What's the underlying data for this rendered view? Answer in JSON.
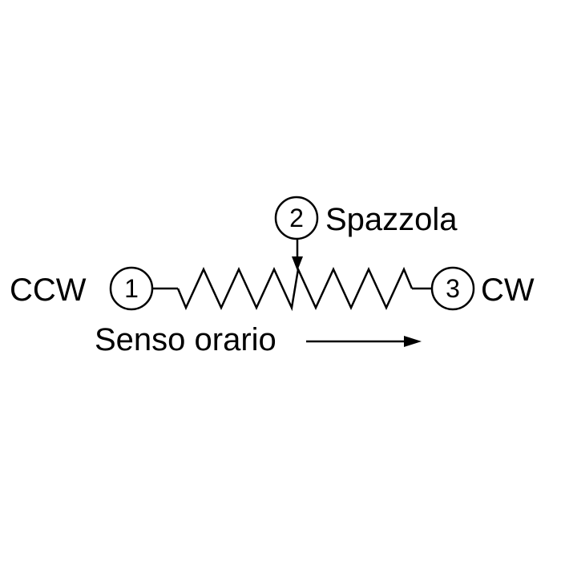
{
  "diagram": {
    "terminal_1": {
      "number": "1",
      "label": "CCW"
    },
    "terminal_2": {
      "number": "2",
      "label": "Spazzola"
    },
    "terminal_3": {
      "number": "3",
      "label": "CW"
    },
    "direction_label": "Senso orario",
    "colors": {
      "ink": "#000000",
      "background": "#ffffff"
    }
  }
}
